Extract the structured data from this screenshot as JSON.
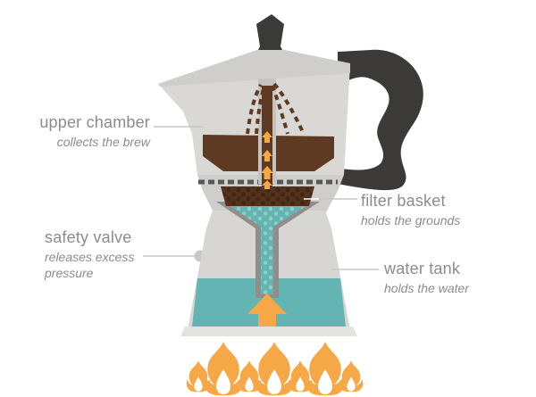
{
  "labels": {
    "upper_chamber": {
      "title": "upper chamber",
      "subtitle": "collects the brew"
    },
    "safety_valve": {
      "title": "safety valve",
      "subtitle": "releases excess pressure"
    },
    "filter_basket": {
      "title": "filter basket",
      "subtitle": "holds the grounds"
    },
    "water_tank": {
      "title": "water tank",
      "subtitle": "holds the water"
    }
  },
  "colors": {
    "page_bg": "#ffffff",
    "body_gray": "#d9d8d5",
    "lid_facet": "#cfcecb",
    "mid_gray": "#cfceca",
    "lower_body": "#d7d6d3",
    "base_rim": "#e4e3e0",
    "metal_dark": "#8f8e8b",
    "chimney_gray": "#c4c3c0",
    "knob_handle": "#3b3a38",
    "coffee": "#5e3a22",
    "grounds": "#55321e",
    "grounds_dot": "#442613",
    "water_teal": "#63b4b2",
    "water_dot": "#90cec9",
    "flame_orange": "#f5a845",
    "flame_inner": "#ffffff",
    "label_text": "#8c8c8c",
    "connector_line": "#c6c5c2",
    "filter_dash": "#56575b",
    "valve_gray": "#c9c8c5"
  }
}
